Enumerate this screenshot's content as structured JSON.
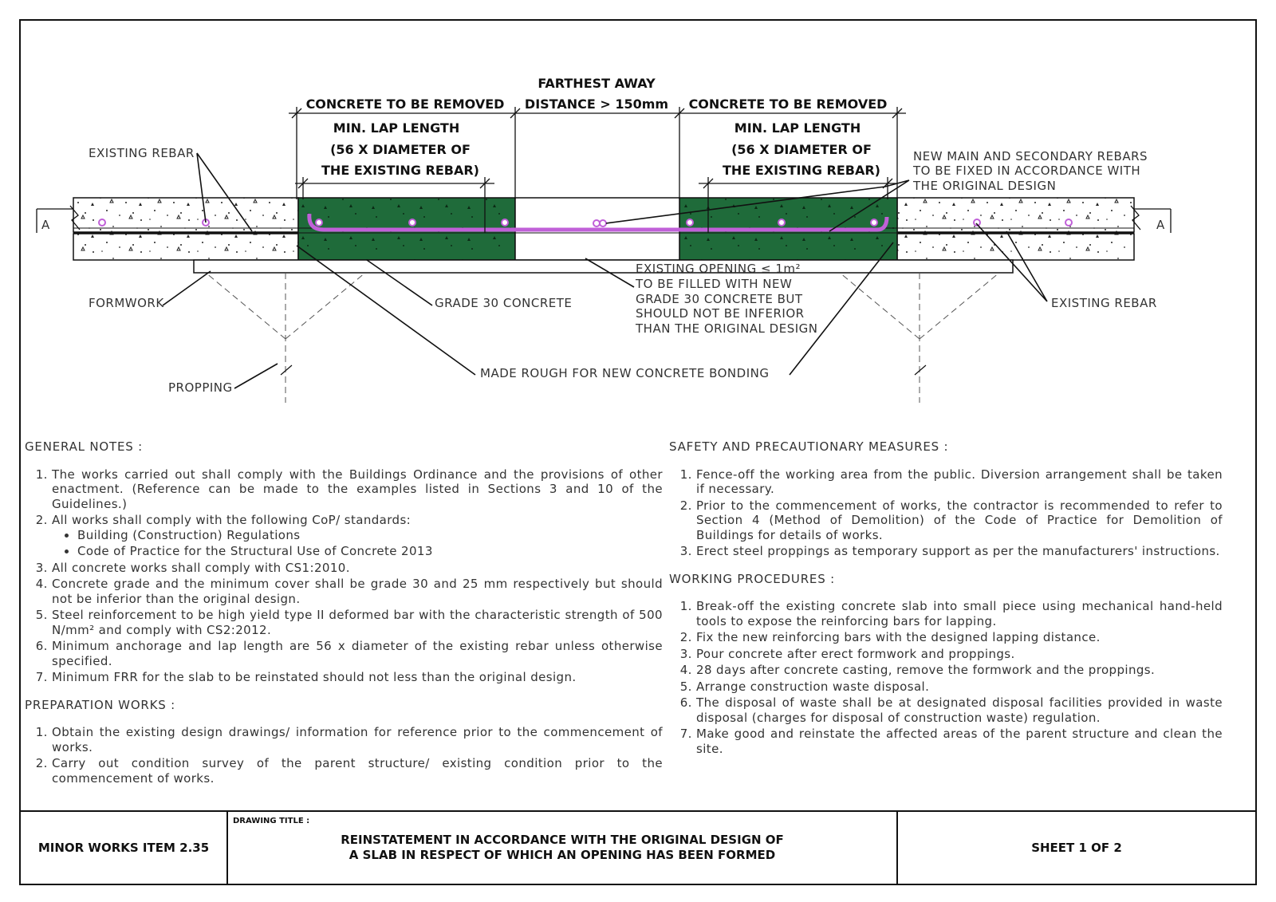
{
  "diagram": {
    "labels": {
      "concrete_removed_left": "CONCRETE TO BE REMOVED",
      "concrete_removed_right": "CONCRETE TO BE REMOVED",
      "farthest_1": "FARTHEST AWAY",
      "farthest_2": "DISTANCE > 150mm",
      "lap_left_1": "MIN. LAP LENGTH",
      "lap_left_2": "(56 X DIAMETER OF",
      "lap_left_3": "THE EXISTING REBAR)",
      "lap_right_1": "MIN. LAP LENGTH",
      "lap_right_2": "(56 X DIAMETER OF",
      "lap_right_3": "THE EXISTING REBAR)",
      "existing_rebar_left": "EXISTING REBAR",
      "new_rebars_1": "NEW MAIN AND SECONDARY REBARS",
      "new_rebars_2": "TO BE FIXED IN ACCORDANCE WITH",
      "new_rebars_3": "THE ORIGINAL DESIGN",
      "section_a_left": "A",
      "section_a_right": "A",
      "formwork": "FORMWORK",
      "grade30": "GRADE 30 CONCRETE",
      "opening_1": "EXISTING OPENING ≤ 1m²",
      "opening_2": "TO BE FILLED WITH NEW",
      "opening_3": "GRADE 30 CONCRETE BUT",
      "opening_4": "SHOULD NOT BE INFERIOR",
      "opening_5": "THAN THE ORIGINAL DESIGN",
      "existing_rebar_right": "EXISTING REBAR",
      "propping": "PROPPING",
      "made_rough": "MADE ROUGH FOR NEW CONCRETE BONDING"
    },
    "colors": {
      "new_concrete": "#1f6b3a",
      "rebar": "#c060d8",
      "line": "#111111"
    }
  },
  "general_notes": {
    "heading": "GENERAL NOTES :",
    "items": [
      "The works carried out shall comply with the Buildings Ordinance and the provisions of other enactment. (Reference can be made to the examples listed in Sections 3 and 10 of the Guidelines.)",
      "All works shall comply with the following CoP/ standards:",
      "All concrete works shall comply with CS1:2010.",
      "Concrete grade and the minimum cover shall be grade 30 and 25 mm respectively but should not be inferior than the original design.",
      "Steel reinforcement to be high yield type II deformed bar with the characteristic strength of 500 N/mm² and comply with CS2:2012.",
      "Minimum anchorage and lap length are 56 x diameter of the existing rebar unless otherwise specified.",
      "Minimum FRR for the slab to be reinstated should not less than the original design."
    ],
    "sub_items": [
      "Building (Construction) Regulations",
      "Code of Practice for the Structural Use of Concrete 2013"
    ]
  },
  "preparation_works": {
    "heading": "PREPARATION WORKS :",
    "items": [
      "Obtain the existing design drawings/ information for reference prior to the commencement of works.",
      "Carry out condition survey of the parent structure/ existing condition prior to the commencement of works."
    ]
  },
  "safety": {
    "heading": "SAFETY AND PRECAUTIONARY MEASURES :",
    "items": [
      "Fence-off the working area from the public. Diversion arrangement shall be taken if necessary.",
      "Prior to the commencement of works, the contractor is recommended to refer to Section 4 (Method of Demolition) of the Code of Practice for Demolition of Buildings for details of works.",
      "Erect steel proppings as temporary support as per the manufacturers' instructions."
    ]
  },
  "working_procedures": {
    "heading": "WORKING PROCEDURES :",
    "items": [
      "Break-off the existing concrete slab into small piece using mechanical hand-held tools to expose the reinforcing bars for lapping.",
      "Fix the new reinforcing bars with the designed lapping distance.",
      "Pour concrete after erect formwork and proppings.",
      "28 days after concrete casting, remove the formwork and the proppings.",
      "Arrange construction waste disposal.",
      "The disposal of waste shall be at designated disposal facilities provided in waste disposal (charges for disposal of construction waste) regulation.",
      "Make good and reinstate the affected areas of the parent structure and clean the site."
    ]
  },
  "title_block": {
    "item": "MINOR WORKS ITEM 2.35",
    "drawing_title_label": "DRAWING TITLE :",
    "title_line1": "REINSTATEMENT IN ACCORDANCE WITH THE ORIGINAL DESIGN OF",
    "title_line2": "A SLAB IN RESPECT OF WHICH AN OPENING HAS BEEN FORMED",
    "sheet": "SHEET 1 OF 2"
  }
}
